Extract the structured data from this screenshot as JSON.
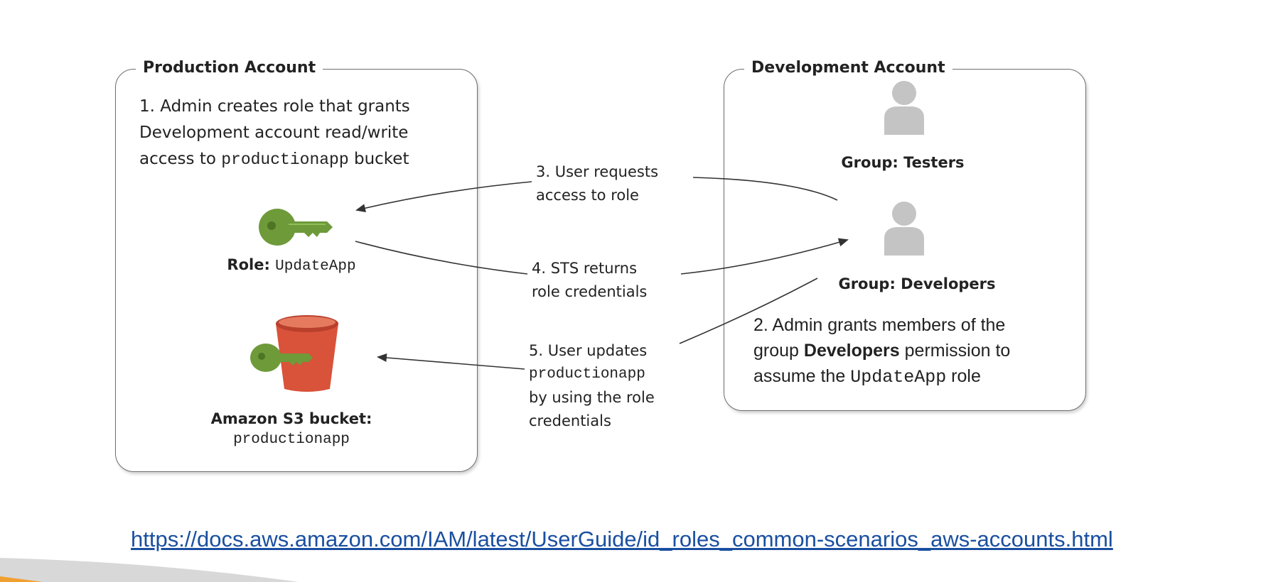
{
  "production": {
    "title": "Production Account",
    "step1": [
      "1. Admin creates role that grants",
      "Development account read/write",
      "access to ",
      "productionapp",
      " bucket"
    ],
    "role_label": "Role: ",
    "role_name": "UpdateApp",
    "bucket_label": "Amazon S3 bucket:",
    "bucket_name": "productionapp"
  },
  "development": {
    "title": "Development Account",
    "group_testers": "Group: Testers",
    "group_developers": "Group: Developers",
    "step2": [
      "2. Admin grants members of the",
      "group ",
      "Developers",
      " permission to",
      "assume the ",
      "UpdateApp",
      " role"
    ]
  },
  "steps": {
    "step3": [
      "3. User requests",
      "access to role"
    ],
    "step4": [
      "4. STS returns",
      "role credentials"
    ],
    "step5": [
      "5. User updates",
      "productionapp",
      "by using the role",
      "credentials"
    ]
  },
  "link": "https://docs.aws.amazon.com/IAM/latest/UserGuide/id_roles_common-scenarios_aws-accounts.html",
  "icons": [
    "key-icon",
    "s3-bucket-icon",
    "user-icon"
  ],
  "colors": {
    "key": "#6e9a3a",
    "bucket": "#d9523a",
    "user": "#c4c4c4",
    "link": "#1a4fa0",
    "accent": "#f0a030"
  }
}
